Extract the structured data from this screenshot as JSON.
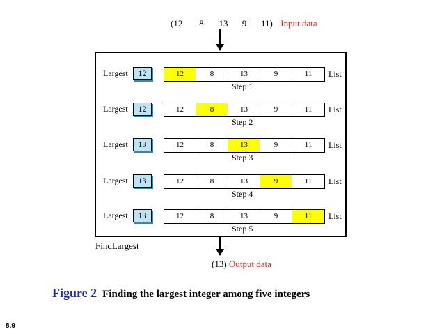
{
  "input": {
    "values": [
      "(12",
      "8",
      "13",
      "9",
      "11)"
    ],
    "label": "Input data"
  },
  "module_name": "FindLargest",
  "largest_label": "Largest",
  "list_label": "List",
  "steps": [
    {
      "largest": "12",
      "list": [
        "12",
        "8",
        "13",
        "9",
        "11"
      ],
      "highlight": 0,
      "label": "Step 1"
    },
    {
      "largest": "12",
      "list": [
        "12",
        "8",
        "13",
        "9",
        "11"
      ],
      "highlight": 1,
      "label": "Step 2"
    },
    {
      "largest": "13",
      "list": [
        "12",
        "8",
        "13",
        "9",
        "11"
      ],
      "highlight": 2,
      "label": "Step 3"
    },
    {
      "largest": "13",
      "list": [
        "12",
        "8",
        "13",
        "9",
        "11"
      ],
      "highlight": 3,
      "label": "Step 4"
    },
    {
      "largest": "13",
      "list": [
        "12",
        "8",
        "13",
        "9",
        "11"
      ],
      "highlight": 4,
      "label": "Step 5"
    }
  ],
  "output": {
    "value": "(13)",
    "label": "Output data"
  },
  "caption": {
    "figure": "Figure 2",
    "text": "Finding the largest integer among five integers"
  },
  "page_number": "8.9",
  "colors": {
    "highlight": "#ffff00",
    "largest_box": "#bfe3f4",
    "accent_red": "#e0261a",
    "figure_blue": "#1d2d9a"
  }
}
